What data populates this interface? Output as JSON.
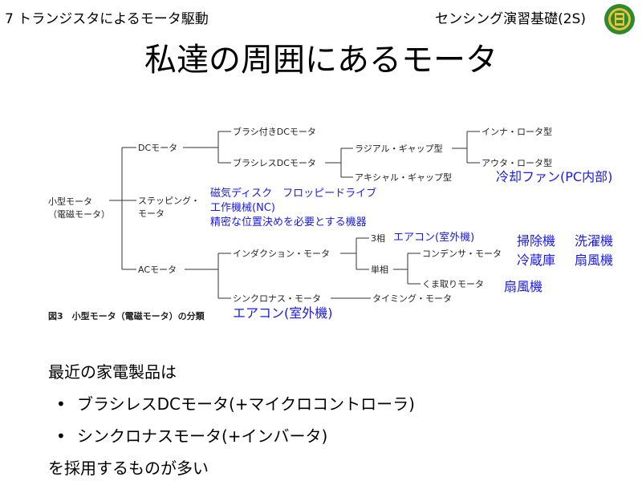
{
  "header": {
    "left": "7 トランジスタによるモータ駆動",
    "right": "センシング演習基礎(2S)"
  },
  "title": "私達の周囲にあるモータ",
  "diagram": {
    "root_line1": "小型モータ",
    "root_line2": "（電磁モータ）",
    "dc": "DCモータ",
    "brushed_dc": "ブラシ付きDCモータ",
    "brushless_dc": "ブラシレスDCモータ",
    "radial_gap": "ラジアル・ギャップ型",
    "inner_rotor": "インナ・ロータ型",
    "outer_rotor": "アウタ・ロータ型",
    "axial_gap": "アキシャル・ギャップ型",
    "stepping_line1": "ステッピング・",
    "stepping_line2": "モータ",
    "ac": "ACモータ",
    "induction": "インダクション・モータ",
    "three_phase": "3相",
    "single_phase": "単相",
    "condenser": "コンデンサ・モータ",
    "shaded_pole": "くま取りモータ",
    "synchronous": "シンクロナス・モータ",
    "timing": "タイミング・モータ",
    "caption": "図3　小型モータ（電磁モータ）の分類"
  },
  "annotations": {
    "cooling_fan": "冷却ファン(PC内部)",
    "stepping_line1": "磁気ディスク　フロッピードライブ",
    "stepping_line2": "工作機械(NC)",
    "stepping_line3": "精密な位置決めを必要とする機器",
    "aircon_outdoor_small": "エアコン(室外機)",
    "vacuum": "掃除機",
    "washer": "洗濯機",
    "fridge": "冷蔵庫",
    "fan1": "扇風機",
    "fan2": "扇風機",
    "aircon_outdoor": "エアコン(室外機)"
  },
  "body": {
    "intro": "最近の家電製品は",
    "bullets": [
      "ブラシレスDCモータ(+マイクロコントローラ)",
      "シンクロナスモータ(+インバータ)"
    ],
    "bullet_symbol": "•",
    "outro": "を採用するものが多い"
  }
}
